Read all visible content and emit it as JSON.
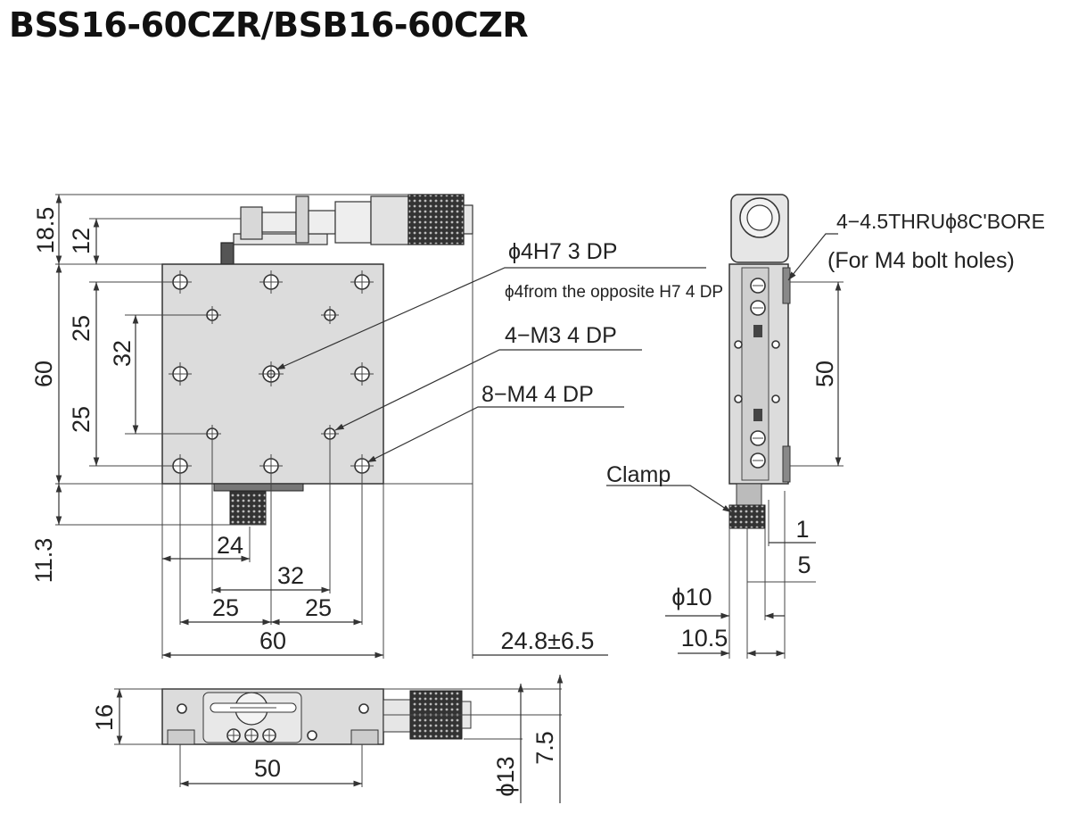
{
  "title": "BSS16-60CZR/BSB16-60CZR",
  "top_view": {
    "dims": {
      "height_18_5": "18.5",
      "height_12": "12",
      "height_60": "60",
      "pitch_25_upper": "25",
      "pitch_32": "32",
      "pitch_25_lower": "25",
      "offset_11_3": "11.3",
      "clamp_24": "24",
      "pitch_32_horizontal": "32",
      "pitch_25_left": "25",
      "pitch_25_right": "25",
      "width_60": "60",
      "travel": "24.8±6.5"
    },
    "callouts": {
      "pin_hole": "ϕ4H7 3 DP",
      "pin_hole_note": "ϕ4from the opposite H7 4 DP",
      "m3_holes": "4−M3 4 DP",
      "m4_holes": "8−M4 4 DP"
    }
  },
  "side_view": {
    "callouts": {
      "thru_holes": "4−4.5THRUϕ8C'BORE",
      "bolt_note": "(For M4 bolt holes)",
      "clamp": "Clamp"
    },
    "dims": {
      "pitch_50": "50",
      "gap_1": "1",
      "gap_5": "5",
      "diameter_10": "ϕ10",
      "offset_10_5": "10.5"
    }
  },
  "front_view": {
    "dims": {
      "height_16": "16",
      "width_50": "50",
      "diameter_13": "ϕ13",
      "height_7_5": "7.5"
    }
  }
}
